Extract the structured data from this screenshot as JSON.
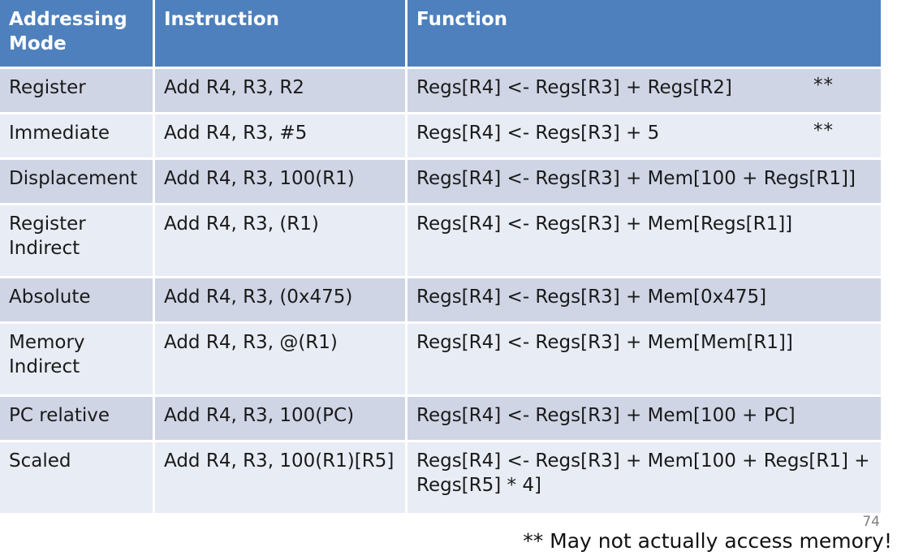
{
  "slide": {
    "number": "74",
    "footnote": "** May not actually access memory!"
  },
  "table": {
    "columns": [
      {
        "key": "mode",
        "label": "Addressing Mode"
      },
      {
        "key": "instruction",
        "label": "Instruction"
      },
      {
        "key": "function",
        "label": "Function"
      }
    ],
    "header_bg": "#4E80BD",
    "header_text_color": "#FFFFFF",
    "row_bg_dark": "#CFD5E5",
    "row_bg_light": "#E8ECF4",
    "rows": [
      {
        "mode": "Register",
        "instruction": "Add R4, R3, R2",
        "function": "Regs[R4] <- Regs[R3] + Regs[R2]",
        "note": "**"
      },
      {
        "mode": "Immediate",
        "instruction": "Add R4, R3, #5",
        "function": "Regs[R4] <- Regs[R3] + 5",
        "note": "**"
      },
      {
        "mode": "Displacement",
        "instruction": "Add R4, R3, 100(R1)",
        "function": "Regs[R4] <- Regs[R3] + Mem[100 + Regs[R1]]",
        "note": ""
      },
      {
        "mode": "Register Indirect",
        "instruction": "Add R4, R3, (R1)",
        "function": "Regs[R4] <- Regs[R3] + Mem[Regs[R1]]",
        "note": ""
      },
      {
        "mode": "Absolute",
        "instruction": "Add R4, R3, (0x475)",
        "function": "Regs[R4] <- Regs[R3] + Mem[0x475]",
        "note": ""
      },
      {
        "mode": "Memory Indirect",
        "instruction": "Add R4, R3, @(R1)",
        "function": "Regs[R4] <- Regs[R3] + Mem[Mem[R1]]",
        "note": ""
      },
      {
        "mode": "PC relative",
        "instruction": "Add R4, R3, 100(PC)",
        "function": "Regs[R4] <- Regs[R3] + Mem[100 + PC]",
        "note": ""
      },
      {
        "mode": "Scaled",
        "instruction": "Add R4, R3, 100(R1)[R5]",
        "function": "Regs[R4] <- Regs[R3] + Mem[100 + Regs[R1] + Regs[R5] * 4]",
        "note": ""
      }
    ]
  }
}
